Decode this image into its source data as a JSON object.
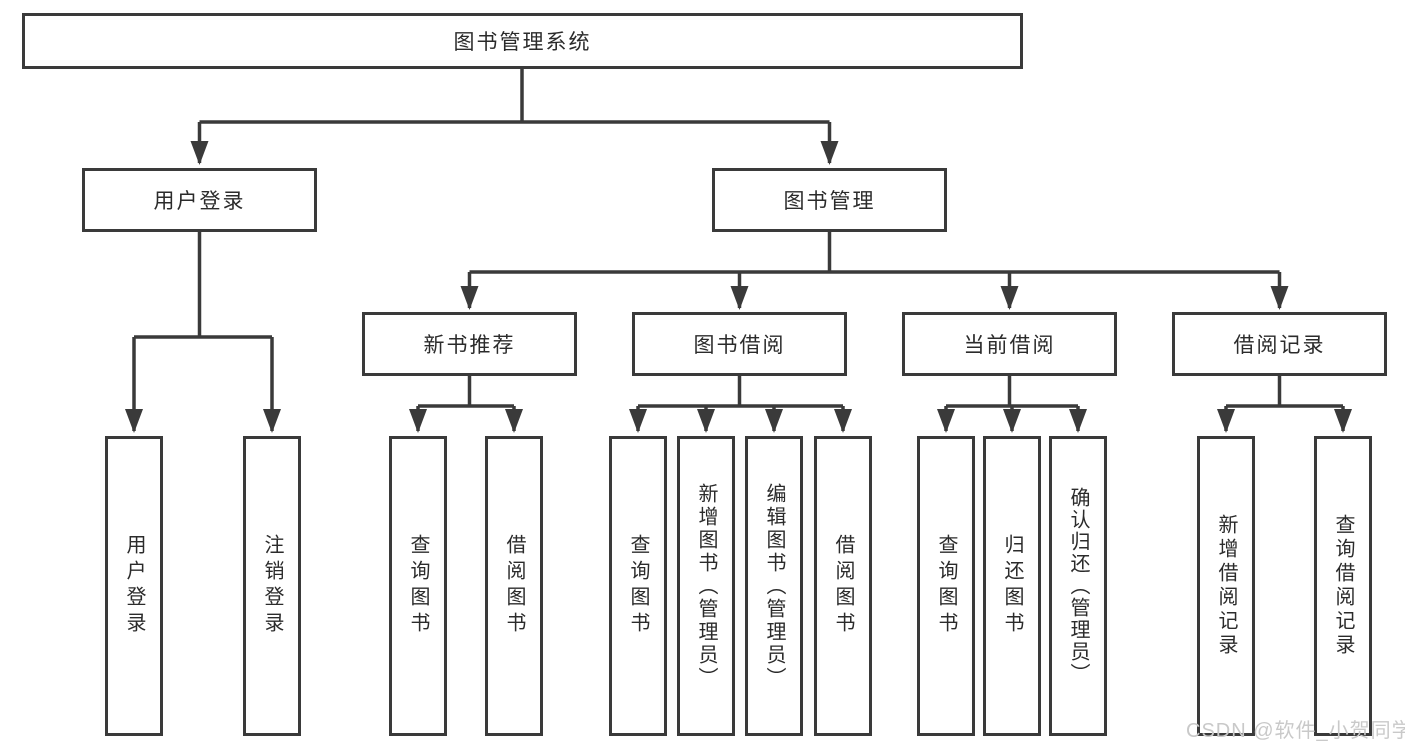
{
  "diagram": {
    "title": "图书管理系统",
    "tree": {
      "root": {
        "label": "图书管理系统"
      },
      "children": [
        {
          "label": "用户登录",
          "children": [
            {
              "label": "用户登录"
            },
            {
              "label": "注销登录"
            }
          ]
        },
        {
          "label": "图书管理",
          "children": [
            {
              "label": "新书推荐",
              "children": [
                {
                  "label": "查询图书"
                },
                {
                  "label": "借阅图书"
                }
              ]
            },
            {
              "label": "图书借阅",
              "children": [
                {
                  "label": "查询图书"
                },
                {
                  "label": "新增图书（管理员）"
                },
                {
                  "label": "编辑图书（管理员）"
                },
                {
                  "label": "借阅图书"
                }
              ]
            },
            {
              "label": "当前借阅",
              "children": [
                {
                  "label": "查询图书"
                },
                {
                  "label": "归还图书"
                },
                {
                  "label": "确认归还（管理员）"
                }
              ]
            },
            {
              "label": "借阅记录",
              "children": [
                {
                  "label": "新增借阅记录"
                },
                {
                  "label": "查询借阅记录"
                }
              ]
            }
          ]
        }
      ]
    },
    "watermark": "CSDN @软件_小贺同学",
    "colors": {
      "line": "#3a3a3a",
      "text": "#2b2b2b",
      "background": "#ffffff",
      "watermark": "#c9c9c9"
    }
  }
}
